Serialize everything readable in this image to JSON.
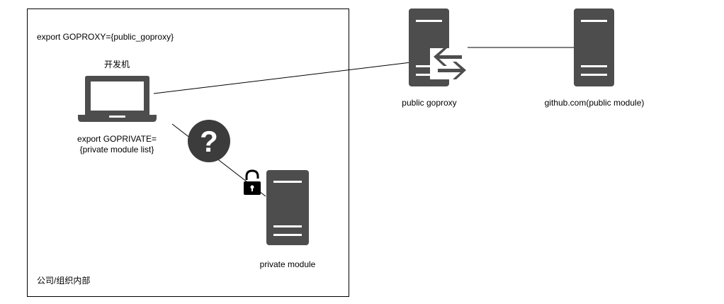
{
  "company_box": {
    "goproxy_setting": "export GOPROXY={public_goproxy}",
    "dev_machine_label": "开发机",
    "goprivate_line1": "export GOPRIVATE=",
    "goprivate_line2": "{private module list}",
    "boundary_label": "公司/组织内部"
  },
  "private_module": {
    "label": "private module"
  },
  "public_goproxy": {
    "label": "public goproxy"
  },
  "github": {
    "label": "github.com(public module)"
  },
  "question_mark": "?",
  "colors": {
    "icon_fill": "#4d4d4d",
    "question_fill": "#3c3c3c",
    "line": "#000000",
    "box_border": "#000000"
  },
  "icons": {
    "laptop": "laptop-icon",
    "question": "question-mark-icon",
    "lock": "padlock-icon",
    "private_server": "server-icon",
    "proxy_server": "proxy-server-icon",
    "github_server": "server-icon"
  }
}
